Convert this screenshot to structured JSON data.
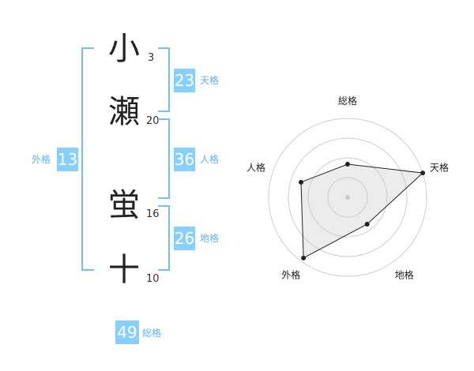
{
  "name_chars": [
    {
      "char": "小",
      "strokes": "3"
    },
    {
      "char": "瀬",
      "strokes": "20"
    },
    {
      "char": "蛍",
      "strokes": "16"
    },
    {
      "char": "十",
      "strokes": "10"
    }
  ],
  "scores": {
    "tenkaku": {
      "value": "23",
      "label": "天格"
    },
    "jinkaku": {
      "value": "36",
      "label": "人格"
    },
    "chikaku": {
      "value": "26",
      "label": "地格"
    },
    "gaikaku": {
      "value": "13",
      "label": "外格"
    },
    "soukaku": {
      "value": "49",
      "label": "総格"
    }
  },
  "colors": {
    "box": "#88cfff",
    "label": "#59b6f0",
    "bracket": "#76c0ee"
  },
  "chart_data": {
    "type": "radar",
    "axes": [
      "総格",
      "天格",
      "地格",
      "外格",
      "人格"
    ],
    "values": [
      0.42,
      1.0,
      0.42,
      0.95,
      0.62
    ],
    "rings": 4
  }
}
